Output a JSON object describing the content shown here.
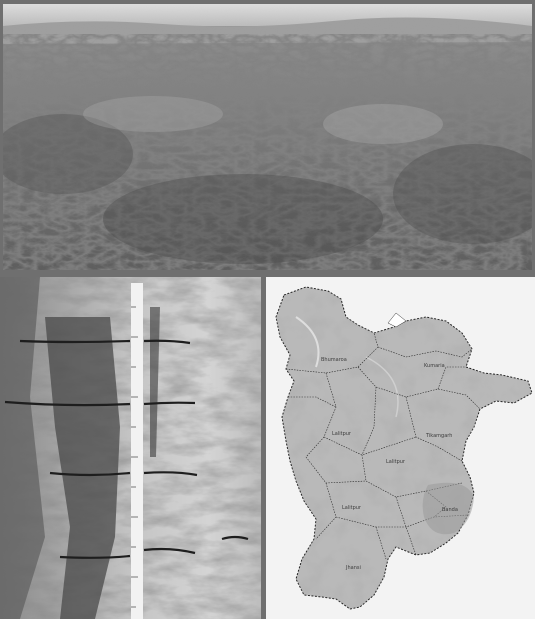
{
  "figure": {
    "panels": [
      {
        "id": "landscape",
        "kind": "photograph",
        "subject": "shrubland-hills"
      },
      {
        "id": "soil-profile",
        "kind": "photograph",
        "subject": "soil-profile-with-measuring-tape"
      },
      {
        "id": "region-map",
        "kind": "map",
        "subject": "district-boundaries"
      }
    ],
    "map_labels": [
      "Bhumaroa",
      "Kumaria",
      "Lalitpur",
      "Tikamgarh",
      "Lalitpur",
      "Lalitpur",
      "Banda",
      "Jhansi"
    ]
  }
}
